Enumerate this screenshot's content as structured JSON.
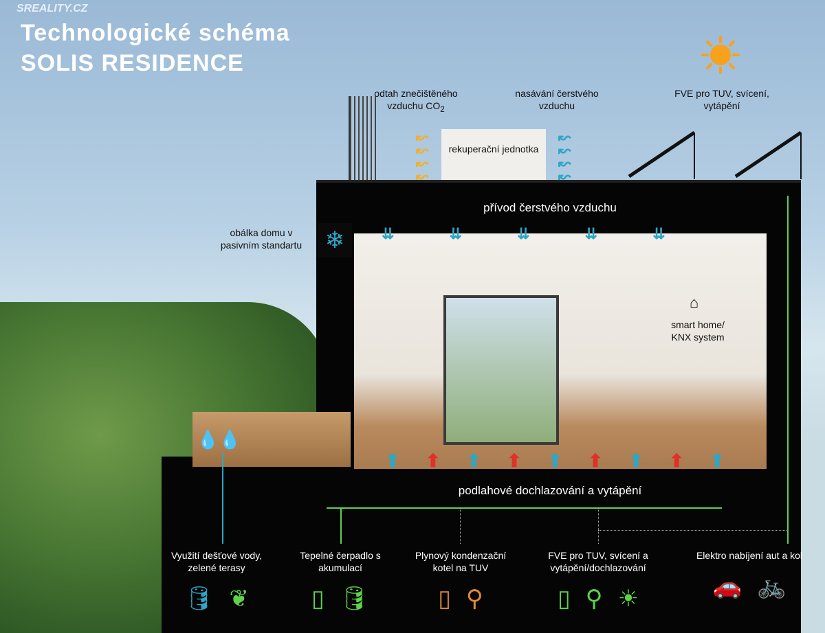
{
  "watermark": "SREALITY.CZ",
  "title": {
    "line1": "Technologické  schéma",
    "line2": "SOLIS RESIDENCE"
  },
  "roof": {
    "exhaust": "odtah znečištěného vzduchu CO",
    "exhaust_sub": "2",
    "intake": "nasávání čerstvého vzduchu",
    "unit": "rekuperační jednotka",
    "pv": "FVE pro TUV, svícení, vytápění"
  },
  "envelope": "obálka domu v pasivním standartu",
  "fresh_air": "přívod čerstvého vzduchu",
  "smart_home": "smart home/ KNX system",
  "floor": "podlahové dochlazování a vytápění",
  "colors": {
    "blue": "#2ea6c6",
    "green": "#5ed24a",
    "orange": "#e08a3c",
    "red": "#e0302a"
  },
  "systems": [
    {
      "label": "Využití dešťové vody, zelené terasy",
      "icons": [
        "water-tank-icon",
        "leaf-house-icon"
      ],
      "color": "#2ea6c6"
    },
    {
      "label": "Tepelné čerpadlo s akumulací",
      "icons": [
        "heat-pump-icon",
        "tank-icon"
      ],
      "color": "#5ed24a"
    },
    {
      "label": "Plynový kondenzační kotel na TUV",
      "icons": [
        "boiler-icon",
        "faucet-icon"
      ],
      "color": "#e08a3c"
    },
    {
      "label": "FVE pro TUV, svícení a vytápění/dochlazování",
      "icons": [
        "boiler-icon",
        "faucet-icon",
        "bulb-icon"
      ],
      "color": "#5ed24a"
    },
    {
      "label": "Elektro nabíjení aut a kol",
      "icons": [
        "ev-car-icon",
        "e-bike-icon"
      ],
      "color": "#5ed24a"
    }
  ]
}
